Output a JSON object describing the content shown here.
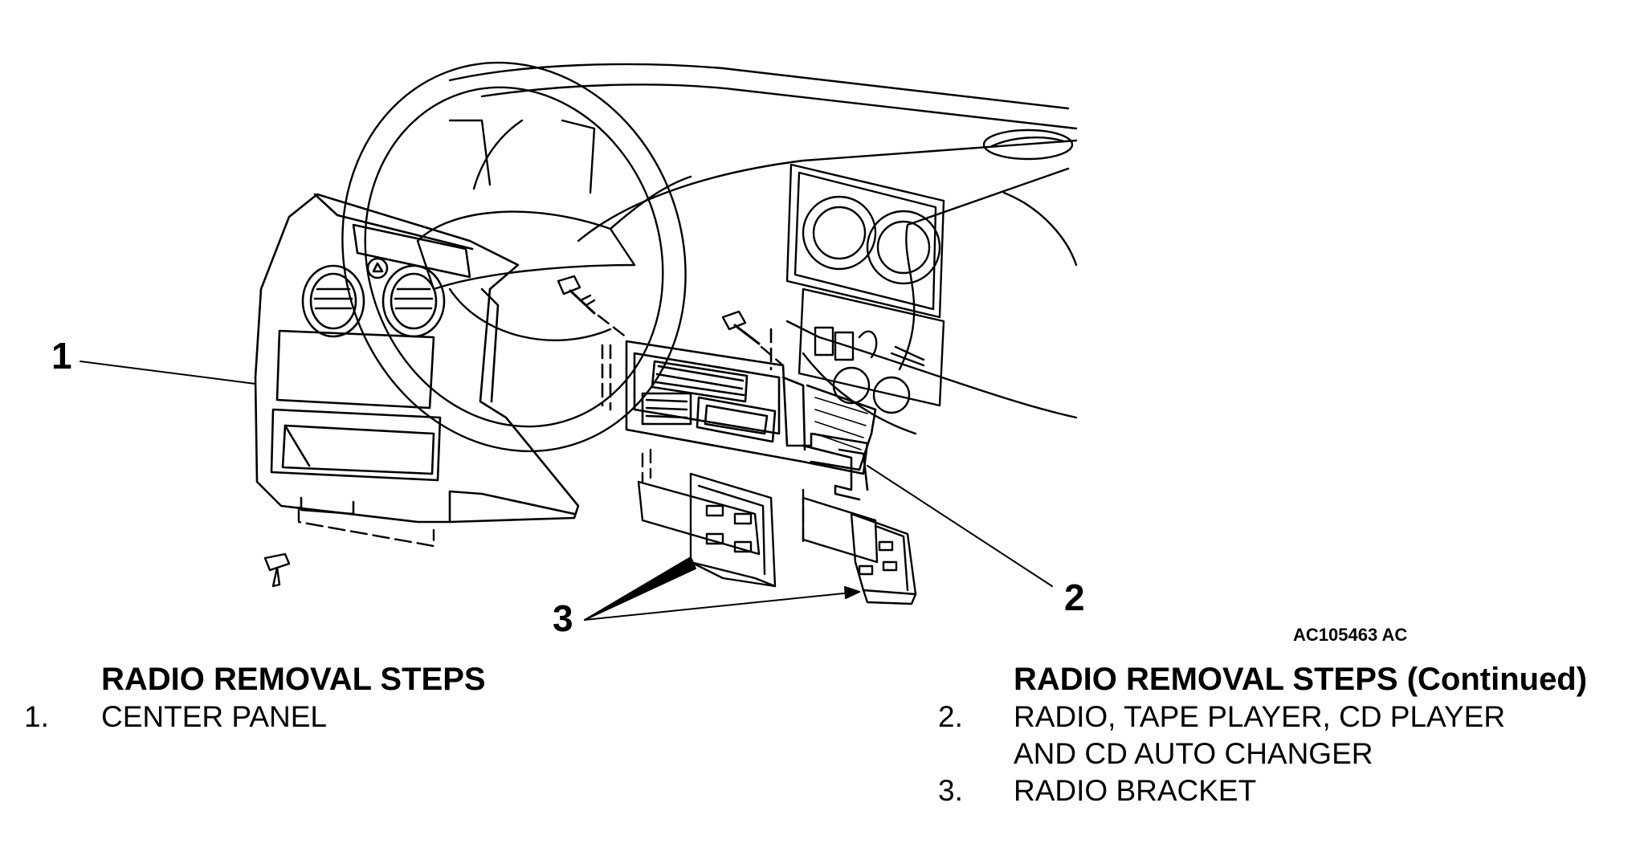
{
  "figure": {
    "code": "AC105463 AC",
    "callouts": {
      "center_panel": "1",
      "radio_unit": "2",
      "radio_bracket": "3"
    }
  },
  "steps_left": {
    "heading": "RADIO REMOVAL STEPS",
    "items": [
      {
        "num": "1.",
        "text": "CENTER PANEL"
      }
    ]
  },
  "steps_right": {
    "heading": "RADIO REMOVAL STEPS (Continued)",
    "items": [
      {
        "num": "2.",
        "text": "RADIO, TAPE PLAYER, CD PLAYER\nAND CD AUTO CHANGER"
      },
      {
        "num": "3.",
        "text": "RADIO BRACKET"
      }
    ]
  }
}
